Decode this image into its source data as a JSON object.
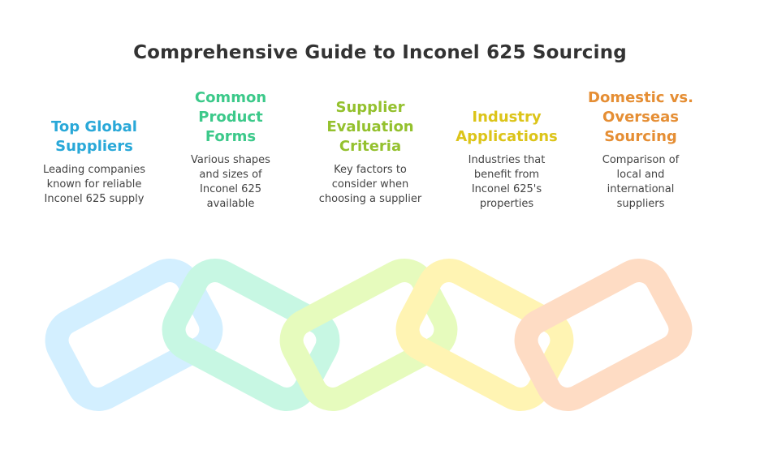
{
  "title": "Comprehensive Guide to Inconel 625 Sourcing",
  "steps": [
    {
      "heading": "Top Global\nSuppliers",
      "description": "Leading companies\nknown for reliable\nInconel 625 supply",
      "color": "#29a8d8",
      "link_color": "#d3efff"
    },
    {
      "heading": "Common\nProduct\nForms",
      "description": "Various shapes\nand sizes of\nInconel 625\navailable",
      "color": "#3cc98a",
      "link_color": "#c7f7e3"
    },
    {
      "heading": "Supplier\nEvaluation\nCriteria",
      "description": "Key factors to\nconsider when\nchoosing a supplier",
      "color": "#94c12e",
      "link_color": "#e6fbbd"
    },
    {
      "heading": "Industry\nApplications",
      "description": "Industries that\nbenefit from\nInconel 625's\nproperties",
      "color": "#dcc419",
      "link_color": "#fff4b3"
    },
    {
      "heading": "Domestic vs.\nOverseas\nSourcing",
      "description": "Comparison of\nlocal and\ninternational\nsuppliers",
      "color": "#e58e34",
      "link_color": "#fedcc4"
    }
  ]
}
